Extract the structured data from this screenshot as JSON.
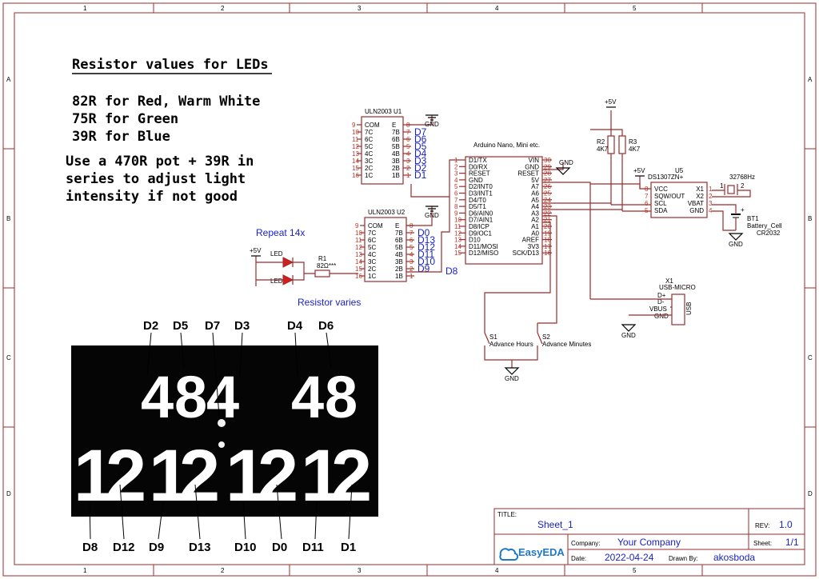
{
  "border": {
    "cols": [
      "1",
      "2",
      "3",
      "4",
      "5"
    ],
    "rows": [
      "A",
      "B",
      "C",
      "D"
    ]
  },
  "notes": {
    "title": "Resistor values for LEDs",
    "lines": [
      "82R for Red, Warm White",
      "75R for Green",
      "39R for Blue"
    ],
    "adjust": [
      "Use a 470R pot + 39R in",
      "series to adjust light",
      "intensity if not good"
    ]
  },
  "u1": {
    "name": "ULN2003 U1",
    "left_pins": [
      "COM",
      "7C",
      "6C",
      "5C",
      "4C",
      "3C",
      "2C",
      "1C"
    ],
    "left_nums": [
      "9",
      "10",
      "11",
      "12",
      "13",
      "14",
      "15",
      "16"
    ],
    "right_pins": [
      "E",
      "7B",
      "6B",
      "5B",
      "4B",
      "3B",
      "2B",
      "1B"
    ],
    "right_nums": [
      "8",
      "7",
      "6",
      "5",
      "4",
      "3",
      "2",
      "1"
    ],
    "nets": [
      "D7",
      "D6",
      "D5",
      "D4",
      "D3",
      "D2",
      "D1"
    ]
  },
  "u2": {
    "name": "ULN2003 U2",
    "left_pins": [
      "COM",
      "7C",
      "6C",
      "5C",
      "4C",
      "3C",
      "2C",
      "1C"
    ],
    "left_nums": [
      "9",
      "10",
      "11",
      "12",
      "13",
      "14",
      "15",
      "16"
    ],
    "right_pins": [
      "E",
      "7B",
      "6B",
      "5B",
      "4B",
      "3B",
      "2B",
      "1B"
    ],
    "right_nums": [
      "8",
      "7",
      "6",
      "5",
      "4",
      "3",
      "2",
      "1"
    ],
    "nets": [
      "D0",
      "D13",
      "D12",
      "D11",
      "D10",
      "D9"
    ],
    "d8": "D8"
  },
  "nano": {
    "name": "Arduino Nano, Mini etc.",
    "left_pins": [
      "D1/TX",
      "D0/RX",
      "RESET",
      "GND",
      "D2/INT0",
      "D3/INT1",
      "D4/T0",
      "D5/T1",
      "D6/AIN0",
      "D7/AIN1",
      "D8/ICP",
      "D9/OC1",
      "D10",
      "D11/MOSI",
      "D12/MISO"
    ],
    "left_nums": [
      "1",
      "2",
      "3",
      "4",
      "5",
      "6",
      "7",
      "8",
      "9",
      "10",
      "11",
      "12",
      "13",
      "14",
      "15"
    ],
    "right_pins": [
      "VIN",
      "GND",
      "RESET",
      "5V",
      "A7",
      "A6",
      "A5",
      "A4",
      "A3",
      "A2",
      "A1",
      "A0",
      "AREF",
      "3V3",
      "SCK/D13"
    ],
    "right_nums": [
      "30",
      "29",
      "28",
      "27",
      "26",
      "25",
      "24",
      "23",
      "22",
      "21",
      "20",
      "19",
      "18",
      "17",
      "16"
    ]
  },
  "rtc": {
    "name": "U5",
    "part": "DS1307ZN+",
    "left_pins": [
      "VCC",
      "SQW/OUT",
      "SCL",
      "SDA"
    ],
    "left_nums": [
      "8",
      "7",
      "6",
      "5"
    ],
    "right_pins": [
      "X1",
      "X2",
      "VBAT",
      "GND"
    ],
    "right_nums": [
      "1",
      "2",
      "3",
      "4"
    ]
  },
  "crystal": {
    "freq": "32768Hz",
    "p1": "1",
    "p2": "2"
  },
  "battery": {
    "ref": "BT1",
    "type": "Battery_Cell",
    "model": "CR2032"
  },
  "r2": {
    "ref": "R2",
    "val": "4K7"
  },
  "r3": {
    "ref": "R3",
    "val": "4K7"
  },
  "r1": {
    "ref": "R1",
    "val": "82Ω***"
  },
  "usb": {
    "ref": "X1",
    "part": "USB-MICRO",
    "pins": [
      "D+",
      "D-",
      "VBUS",
      "GND"
    ],
    "conn": "USB"
  },
  "switches": [
    {
      "ref": "S1",
      "label": "Advance Hours"
    },
    {
      "ref": "S2",
      "label": "Advance Minutes"
    }
  ],
  "power": {
    "vcc": "+5V",
    "gnd": "GND"
  },
  "led_section": {
    "repeat": "Repeat 14x",
    "varies": "Resistor varies",
    "led": "LED"
  },
  "photo": {
    "top_labels": [
      "D2",
      "D5",
      "D7",
      "D3",
      "D4",
      "D6"
    ],
    "bottom_labels": [
      "D8",
      "D12",
      "D9",
      "D13",
      "D10",
      "D0",
      "D11",
      "D1"
    ],
    "top_digits": [
      "4",
      "8",
      "4",
      "4",
      "8"
    ],
    "bottom_digits": [
      "1",
      "2",
      "1",
      "2",
      "1",
      "2",
      "1",
      "2"
    ]
  },
  "title_block": {
    "title_label": "TITLE:",
    "title": "Sheet_1",
    "rev_label": "REV:",
    "rev": "1.0",
    "company_label": "Company:",
    "company": "Your Company",
    "sheet_label": "Sheet:",
    "sheet": "1/1",
    "date_label": "Date:",
    "date": "2022-04-24",
    "drawn_label": "Drawn By:",
    "drawn": "akosboda",
    "brand": "EasyEDA"
  },
  "colors": {
    "wire": "#9b2b2b",
    "net_label": "#1a22c8",
    "teal": "#2fe4b0",
    "cyan": "#21b4e8",
    "red": "#ff2a5a",
    "white": "#f4eee2"
  }
}
